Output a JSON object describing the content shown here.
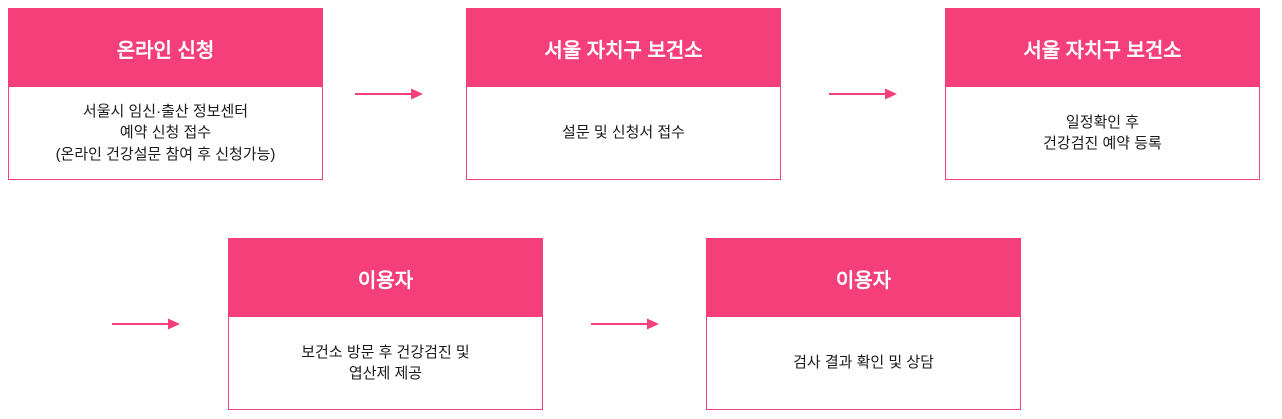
{
  "colors": {
    "accent": "#F43F7A",
    "header_text": "#ffffff",
    "body_text": "#1a1a1a",
    "background": "#ffffff"
  },
  "flow": {
    "steps": [
      {
        "title": "온라인 신청",
        "body": "서울시 임신·출산 정보센터\n예약 신청 접수\n(온라인 건강설문 참여 후 신청가능)"
      },
      {
        "title": "서울 자치구 보건소",
        "body": "설문 및 신청서 접수"
      },
      {
        "title": "서울 자치구 보건소",
        "body": "일정확인 후\n건강검진 예약 등록"
      },
      {
        "title": "이용자",
        "body": "보건소 방문 후 건강검진 및\n엽산제 제공"
      },
      {
        "title": "이용자",
        "body": "검사 결과 확인 및 상담"
      }
    ]
  }
}
